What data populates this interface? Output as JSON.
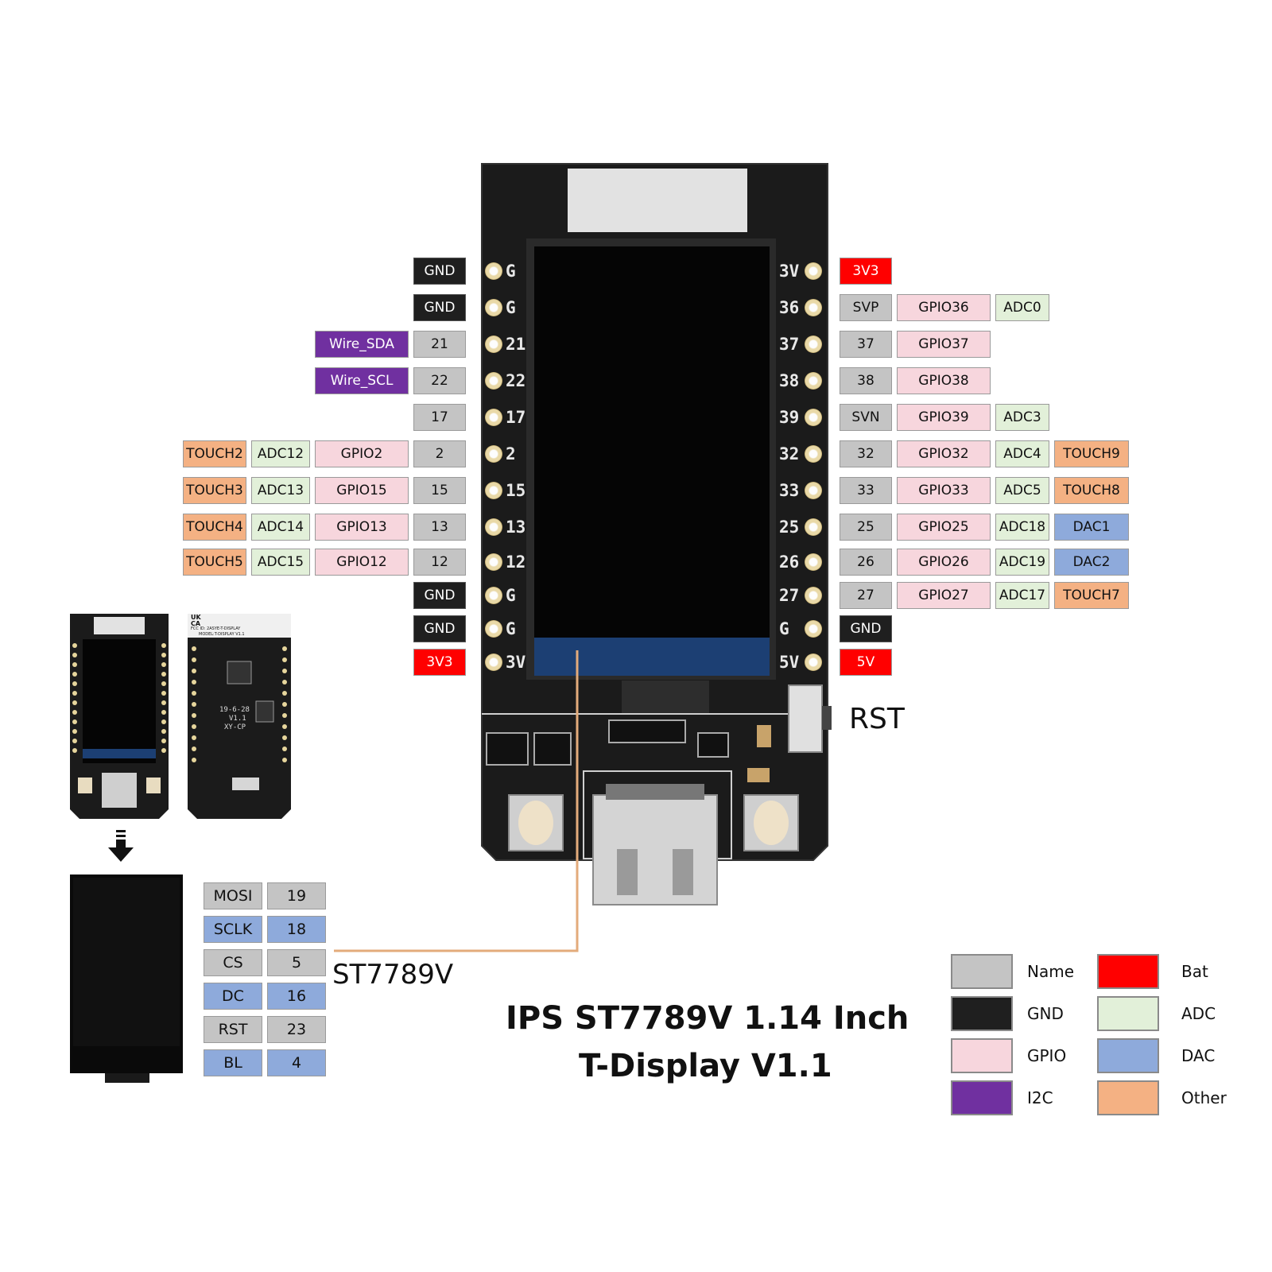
{
  "title_line1": "IPS ST7789V 1.14 Inch",
  "title_line2": "T-Display V1.1",
  "rst_label": "RST",
  "lcd_chip_label": "ST7789V",
  "colors": {
    "Name": "#c4c4c4",
    "GND": "#1f1f1f",
    "GPIO": "#f7d6dd",
    "I2C": "#7030a0",
    "Bat": "#ff0000",
    "ADC": "#e2f0d9",
    "DAC": "#8eaadb",
    "Other": "#f4b183"
  },
  "legend": [
    {
      "label": "Name",
      "type": "Name"
    },
    {
      "label": "GND",
      "type": "GND"
    },
    {
      "label": "GPIO",
      "type": "GPIO"
    },
    {
      "label": "I2C",
      "type": "I2C"
    },
    {
      "label": "Bat",
      "type": "Bat"
    },
    {
      "label": "ADC",
      "type": "ADC"
    },
    {
      "label": "DAC",
      "type": "DAC"
    },
    {
      "label": "Other",
      "type": "Other"
    }
  ],
  "left_pins": [
    {
      "silk": "G",
      "labels": [
        {
          "text": "GND",
          "type": "GND"
        }
      ]
    },
    {
      "silk": "G",
      "labels": [
        {
          "text": "GND",
          "type": "GND"
        }
      ]
    },
    {
      "silk": "21",
      "labels": [
        {
          "text": "21",
          "type": "Name"
        },
        {
          "text": "Wire_SDA",
          "type": "I2C"
        }
      ]
    },
    {
      "silk": "22",
      "labels": [
        {
          "text": "22",
          "type": "Name"
        },
        {
          "text": "Wire_SCL",
          "type": "I2C"
        }
      ]
    },
    {
      "silk": "17",
      "labels": [
        {
          "text": "17",
          "type": "Name"
        }
      ]
    },
    {
      "silk": "2",
      "labels": [
        {
          "text": "2",
          "type": "Name"
        },
        {
          "text": "GPIO2",
          "type": "GPIO"
        },
        {
          "text": "ADC12",
          "type": "ADC"
        },
        {
          "text": "TOUCH2",
          "type": "Other"
        }
      ]
    },
    {
      "silk": "15",
      "labels": [
        {
          "text": "15",
          "type": "Name"
        },
        {
          "text": "GPIO15",
          "type": "GPIO"
        },
        {
          "text": "ADC13",
          "type": "ADC"
        },
        {
          "text": "TOUCH3",
          "type": "Other"
        }
      ]
    },
    {
      "silk": "13",
      "labels": [
        {
          "text": "13",
          "type": "Name"
        },
        {
          "text": "GPIO13",
          "type": "GPIO"
        },
        {
          "text": "ADC14",
          "type": "ADC"
        },
        {
          "text": "TOUCH4",
          "type": "Other"
        }
      ]
    },
    {
      "silk": "12",
      "labels": [
        {
          "text": "12",
          "type": "Name"
        },
        {
          "text": "GPIO12",
          "type": "GPIO"
        },
        {
          "text": "ADC15",
          "type": "ADC"
        },
        {
          "text": "TOUCH5",
          "type": "Other"
        }
      ]
    },
    {
      "silk": "G",
      "labels": [
        {
          "text": "GND",
          "type": "GND"
        }
      ]
    },
    {
      "silk": "G",
      "labels": [
        {
          "text": "GND",
          "type": "GND"
        }
      ]
    },
    {
      "silk": "3V",
      "labels": [
        {
          "text": "3V3",
          "type": "Bat"
        }
      ]
    }
  ],
  "right_pins": [
    {
      "silk": "3V",
      "labels": [
        {
          "text": "3V3",
          "type": "Bat"
        }
      ]
    },
    {
      "silk": "36",
      "labels": [
        {
          "text": "SVP",
          "type": "Name"
        },
        {
          "text": "GPIO36",
          "type": "GPIO"
        },
        {
          "text": "ADC0",
          "type": "ADC"
        }
      ]
    },
    {
      "silk": "37",
      "labels": [
        {
          "text": "37",
          "type": "Name"
        },
        {
          "text": "GPIO37",
          "type": "GPIO"
        }
      ]
    },
    {
      "silk": "38",
      "labels": [
        {
          "text": "38",
          "type": "Name"
        },
        {
          "text": "GPIO38",
          "type": "GPIO"
        }
      ]
    },
    {
      "silk": "39",
      "labels": [
        {
          "text": "SVN",
          "type": "Name"
        },
        {
          "text": "GPIO39",
          "type": "GPIO"
        },
        {
          "text": "ADC3",
          "type": "ADC"
        }
      ]
    },
    {
      "silk": "32",
      "labels": [
        {
          "text": "32",
          "type": "Name"
        },
        {
          "text": "GPIO32",
          "type": "GPIO"
        },
        {
          "text": "ADC4",
          "type": "ADC"
        },
        {
          "text": "TOUCH9",
          "type": "Other"
        }
      ]
    },
    {
      "silk": "33",
      "labels": [
        {
          "text": "33",
          "type": "Name"
        },
        {
          "text": "GPIO33",
          "type": "GPIO"
        },
        {
          "text": "ADC5",
          "type": "ADC"
        },
        {
          "text": "TOUCH8",
          "type": "Other"
        }
      ]
    },
    {
      "silk": "25",
      "labels": [
        {
          "text": "25",
          "type": "Name"
        },
        {
          "text": "GPIO25",
          "type": "GPIO"
        },
        {
          "text": "ADC18",
          "type": "ADC"
        },
        {
          "text": "DAC1",
          "type": "DAC"
        }
      ]
    },
    {
      "silk": "26",
      "labels": [
        {
          "text": "26",
          "type": "Name"
        },
        {
          "text": "GPIO26",
          "type": "GPIO"
        },
        {
          "text": "ADC19",
          "type": "ADC"
        },
        {
          "text": "DAC2",
          "type": "DAC"
        }
      ]
    },
    {
      "silk": "27",
      "labels": [
        {
          "text": "27",
          "type": "Name"
        },
        {
          "text": "GPIO27",
          "type": "GPIO"
        },
        {
          "text": "ADC17",
          "type": "ADC"
        },
        {
          "text": "TOUCH7",
          "type": "Other"
        }
      ]
    },
    {
      "silk": "G",
      "labels": [
        {
          "text": "GND",
          "type": "GND"
        }
      ]
    },
    {
      "silk": "5V",
      "labels": [
        {
          "text": "5V",
          "type": "Bat"
        }
      ]
    }
  ],
  "lcd_pins": [
    {
      "name": "MOSI",
      "pin": "19",
      "type": "Name"
    },
    {
      "name": "SCLK",
      "pin": "18",
      "type": "DAC"
    },
    {
      "name": "CS",
      "pin": "5",
      "type": "Name"
    },
    {
      "name": "DC",
      "pin": "16",
      "type": "DAC"
    },
    {
      "name": "RST",
      "pin": "23",
      "type": "Name"
    },
    {
      "name": "BL",
      "pin": "4",
      "type": "DAC"
    }
  ],
  "board_back": {
    "marks": "UK CA",
    "fcc": "FCC ID: 2ASYE-T-DISPLAY",
    "model": "MODEL:T-DISPLAY V1.1",
    "date": "19-6-28",
    "version": "V1.1",
    "code": "XY-CP"
  }
}
